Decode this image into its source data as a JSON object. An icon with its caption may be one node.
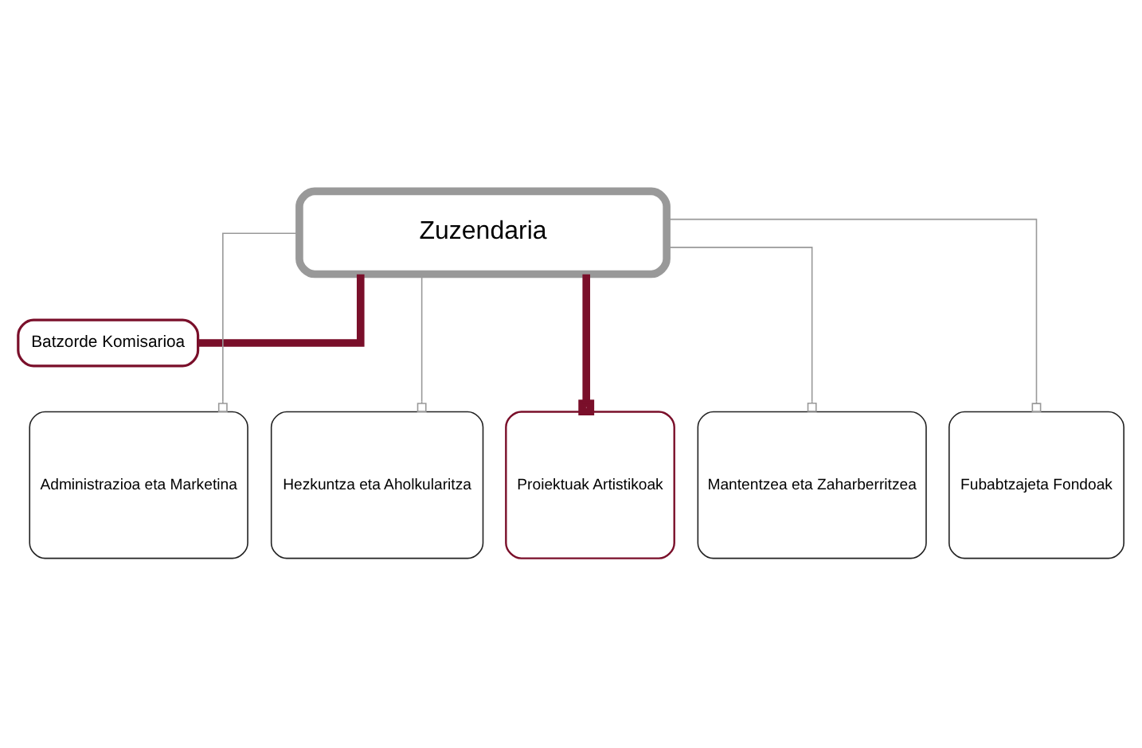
{
  "diagram": {
    "nodes": [
      {
        "text": [
          "Zuzendaria"
        ]
      },
      {
        "text": [
          "Batzorde Komisarioa"
        ]
      },
      {
        "text": [
          "Administrazioa eta Marketina"
        ]
      },
      {
        "text": [
          "Hezkuntza eta Aholkularitza"
        ]
      },
      {
        "text": [
          "Proiektuak Artistikoak"
        ]
      },
      {
        "text": [
          "Mantentzea eta Zaharberritzea"
        ]
      },
      {
        "text": [
          "Fubabtzajeta Fondoak"
        ]
      }
    ],
    "edges": [
      {
        "from": 0,
        "to": 1,
        "arrow": "none",
        "style": "thick",
        "color": "#7a0f2a"
      },
      {
        "from": 0,
        "to": 2,
        "arrow": "other"
      },
      {
        "from": 0,
        "to": 3,
        "arrow": "other"
      },
      {
        "from": 0,
        "to": 4,
        "arrow": "other",
        "style": "thick",
        "color": "#7a0f2a"
      },
      {
        "from": 0,
        "to": 5,
        "arrow": "other"
      },
      {
        "from": 0,
        "to": 6,
        "arrow": "other"
      }
    ]
  }
}
